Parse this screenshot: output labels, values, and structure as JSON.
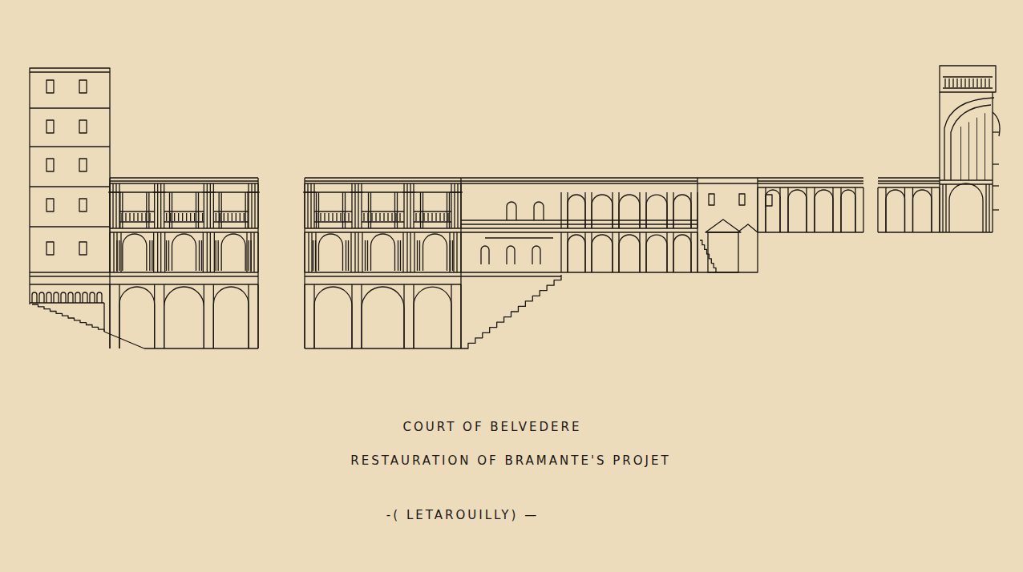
{
  "diagram": {
    "title": "COURT OF BELVEDERE",
    "caption": "RESTAURATION OF BRAMANTE'S PROJET",
    "labels": [
      "-( LETAROUILLY) —"
    ]
  }
}
